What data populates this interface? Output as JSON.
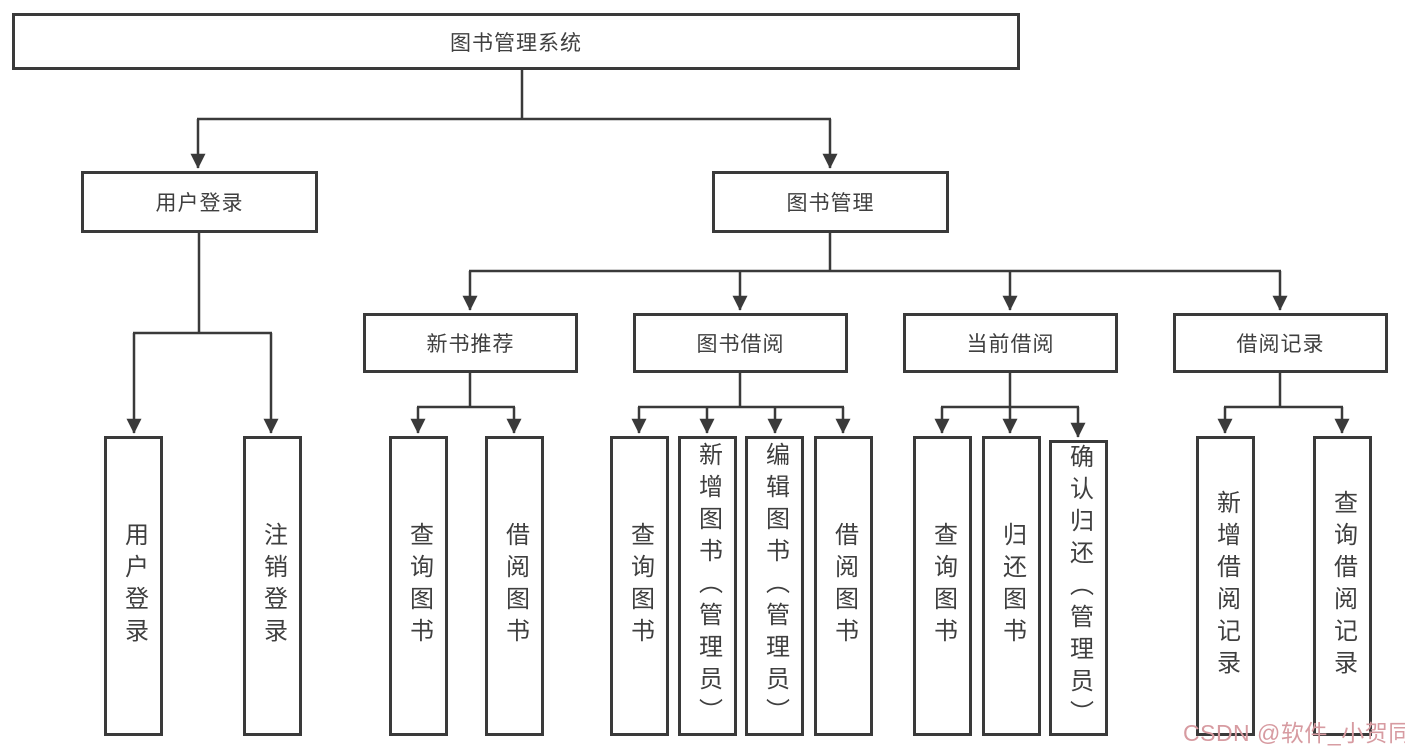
{
  "root": {
    "label": "图书管理系统"
  },
  "user_login": {
    "label": "用户登录",
    "children": [
      {
        "label": "用户登录"
      },
      {
        "label": "注销登录"
      }
    ]
  },
  "book_management": {
    "label": "图书管理",
    "sections": [
      {
        "label": "新书推荐",
        "children": [
          {
            "label": "查询图书"
          },
          {
            "label": "借阅图书"
          }
        ]
      },
      {
        "label": "图书借阅",
        "children": [
          {
            "label": "查询图书"
          },
          {
            "label": "新增图书（管理员）"
          },
          {
            "label": "编辑图书（管理员）"
          },
          {
            "label": "借阅图书"
          }
        ]
      },
      {
        "label": "当前借阅",
        "children": [
          {
            "label": "查询图书"
          },
          {
            "label": "归还图书"
          },
          {
            "label": "确认归还（管理员）"
          }
        ]
      },
      {
        "label": "借阅记录",
        "children": [
          {
            "label": "新增借阅记录"
          },
          {
            "label": "查询借阅记录"
          }
        ]
      }
    ]
  },
  "watermark": {
    "text": "CSDN @软件_小贺同学",
    "color": "#d79ba1"
  },
  "colors": {
    "line": "#3a3a3a",
    "text": "#3f3f3f",
    "background": "#ffffff"
  }
}
